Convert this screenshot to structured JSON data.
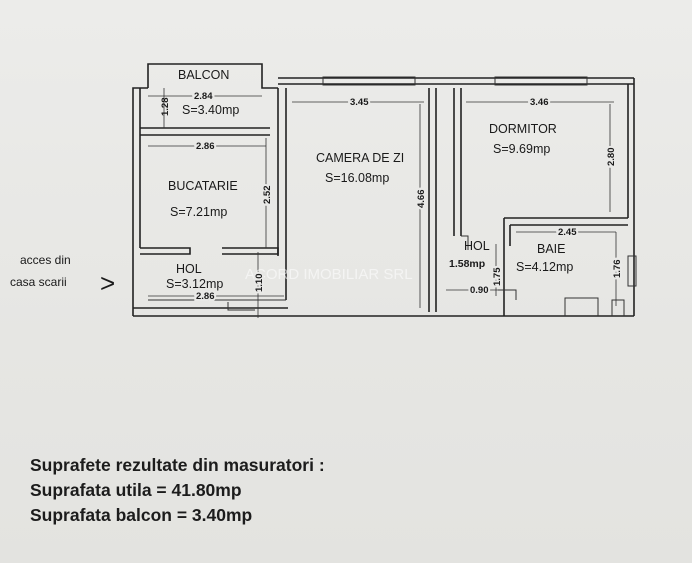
{
  "rooms": {
    "balcon": {
      "name": "BALCON",
      "area": "S=3.40mp"
    },
    "bucatarie": {
      "name": "BUCATARIE",
      "area": "S=7.21mp"
    },
    "camera": {
      "name": "CAMERA DE ZI",
      "area": "S=16.08mp"
    },
    "dormitor": {
      "name": "DORMITOR",
      "area": "S=9.69mp"
    },
    "hol_left": {
      "name": "HOL",
      "area": "S=3.12mp"
    },
    "hol_right": {
      "name": "HOL",
      "area": "1.58mp"
    },
    "baie": {
      "name": "BAIE",
      "area": "S=4.12mp"
    }
  },
  "dimensions": {
    "balcon_w": "2.84",
    "balcon_h": "1.28",
    "buc_w": "2.86",
    "buc_h": "2.52",
    "camera_w": "3.45",
    "camera_h": "4.66",
    "dorm_w": "3.46",
    "dorm_h": "2.80",
    "baie_w": "2.45",
    "baie_h": "1.76",
    "hol_w": "2.86",
    "hol_h": "1.10",
    "hol_r_h": "1.75",
    "hol_r_w": "0.90"
  },
  "entry": {
    "line1": "acces din",
    "line2": "casa scarii",
    "arrow": ">"
  },
  "watermark": "ACORD IMOBILIAR SRL",
  "summary": {
    "title": "Suprafete rezultate din masuratori :",
    "utila": "Suprafata  utila = 41.80mp",
    "balcon": "Suprafata balcon = 3.40mp"
  }
}
